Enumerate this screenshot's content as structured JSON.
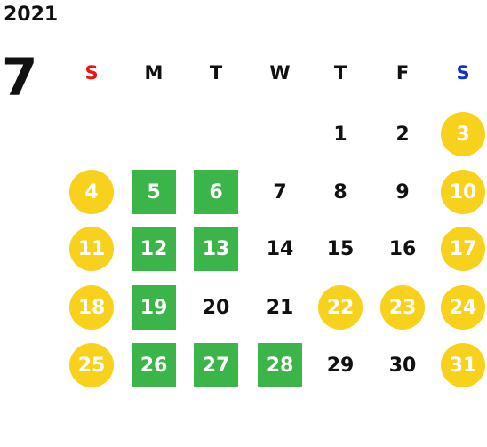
{
  "calendar": {
    "year": "2021",
    "month": "7",
    "weekdays": [
      {
        "label": "S",
        "color": "#ee1111"
      },
      {
        "label": "M",
        "color": "#111111"
      },
      {
        "label": "T",
        "color": "#111111"
      },
      {
        "label": "W",
        "color": "#111111"
      },
      {
        "label": "T",
        "color": "#111111"
      },
      {
        "label": "F",
        "color": "#111111"
      },
      {
        "label": "S",
        "color": "#1133cc"
      }
    ],
    "weeks": [
      [
        null,
        null,
        null,
        null,
        {
          "day": "1"
        },
        {
          "day": "2"
        },
        {
          "day": "3",
          "mark": "yellow"
        }
      ],
      [
        {
          "day": "4",
          "mark": "yellow"
        },
        {
          "day": "5",
          "mark": "green"
        },
        {
          "day": "6",
          "mark": "green"
        },
        {
          "day": "7"
        },
        {
          "day": "8"
        },
        {
          "day": "9"
        },
        {
          "day": "10",
          "mark": "yellow"
        }
      ],
      [
        {
          "day": "11",
          "mark": "yellow"
        },
        {
          "day": "12",
          "mark": "green"
        },
        {
          "day": "13",
          "mark": "green"
        },
        {
          "day": "14"
        },
        {
          "day": "15"
        },
        {
          "day": "16"
        },
        {
          "day": "17",
          "mark": "yellow"
        }
      ],
      [
        {
          "day": "18",
          "mark": "yellow"
        },
        {
          "day": "19",
          "mark": "green"
        },
        {
          "day": "20"
        },
        {
          "day": "21"
        },
        {
          "day": "22",
          "mark": "yellow"
        },
        {
          "day": "23",
          "mark": "yellow"
        },
        {
          "day": "24",
          "mark": "yellow"
        }
      ],
      [
        {
          "day": "25",
          "mark": "yellow"
        },
        {
          "day": "26",
          "mark": "green"
        },
        {
          "day": "27",
          "mark": "green"
        },
        {
          "day": "28",
          "mark": "green"
        },
        {
          "day": "29"
        },
        {
          "day": "30"
        },
        {
          "day": "31",
          "mark": "yellow"
        }
      ]
    ],
    "colors": {
      "yellow": "#f8d11c",
      "green": "#3bb54a"
    }
  }
}
